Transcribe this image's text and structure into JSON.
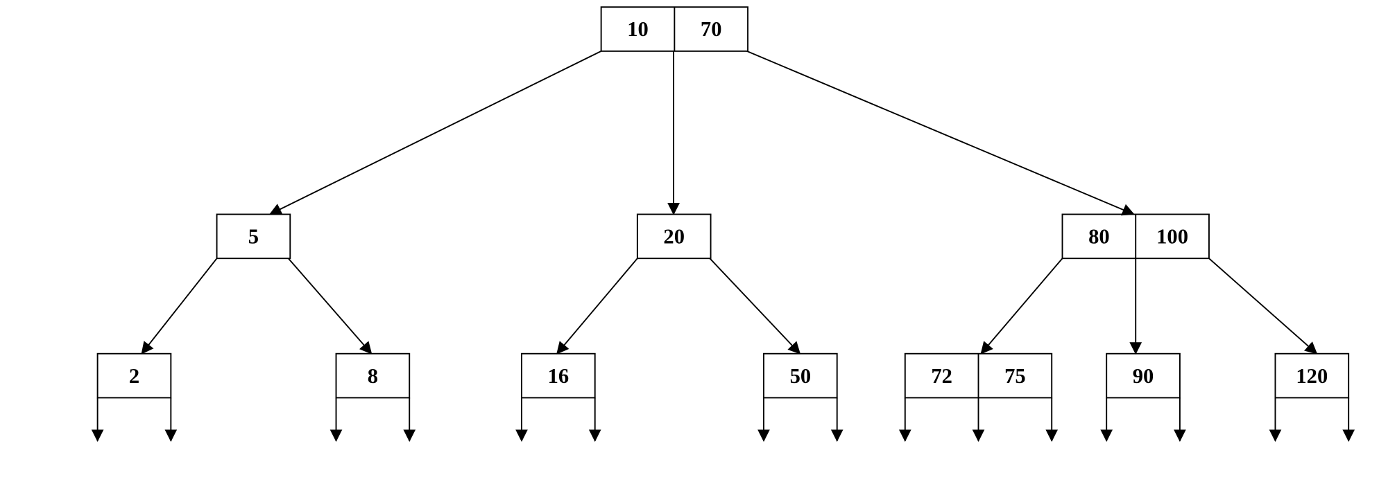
{
  "tree": {
    "root": {
      "keys": [
        "10",
        "70"
      ]
    },
    "level1": [
      {
        "keys": [
          "5"
        ]
      },
      {
        "keys": [
          "20"
        ]
      },
      {
        "keys": [
          "80",
          "100"
        ]
      }
    ],
    "level2": [
      {
        "keys": [
          "2"
        ]
      },
      {
        "keys": [
          "8"
        ]
      },
      {
        "keys": [
          "16"
        ]
      },
      {
        "keys": [
          "50"
        ]
      },
      {
        "keys": [
          "72",
          "75"
        ]
      },
      {
        "keys": [
          "90"
        ]
      },
      {
        "keys": [
          "120"
        ]
      }
    ]
  },
  "colors": {
    "stroke": "#000000",
    "background": "#ffffff"
  }
}
